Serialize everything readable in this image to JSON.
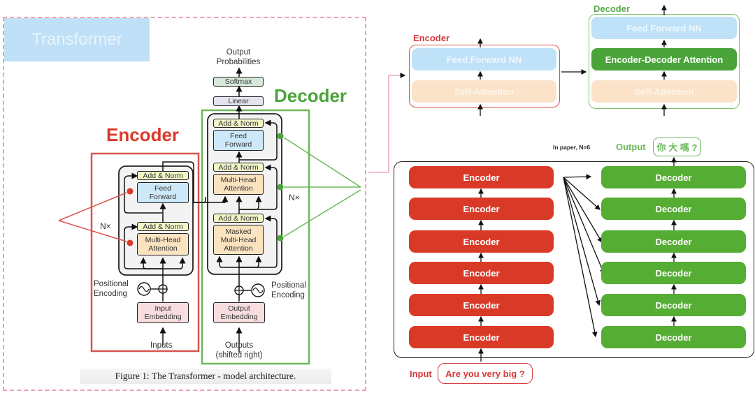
{
  "left_panel": {
    "title": "Transformer",
    "encoder_label": "Encoder",
    "decoder_label": "Decoder",
    "output_probabilities": [
      "Output",
      "Probabilities"
    ],
    "softmax": "Softmax",
    "linear": "Linear",
    "nx": "N×",
    "encoder_stack": {
      "add_norm": "Add & Norm",
      "feed_forward": [
        "Feed",
        "Forward"
      ],
      "multi_head_attention": [
        "Multi-Head",
        "Attention"
      ]
    },
    "decoder_stack": {
      "add_norm": "Add & Norm",
      "feed_forward": [
        "Feed",
        "Forward"
      ],
      "multi_head_attention": [
        "Multi-Head",
        "Attention"
      ],
      "masked_attention": [
        "Masked",
        "Multi-Head",
        "Attention"
      ]
    },
    "positional_encoding": [
      "Positional",
      "Encoding"
    ],
    "input_embedding": [
      "Input",
      "Embedding"
    ],
    "output_embedding": [
      "Output",
      "Embedding"
    ],
    "inputs": "Inputs",
    "outputs": [
      "Outputs",
      "(shifted right)"
    ],
    "caption": "Figure 1: The Transformer - model architecture."
  },
  "right_top": {
    "encoder": {
      "label": "Encoder",
      "layers": [
        "Feed Forward NN",
        "Self-Attention"
      ]
    },
    "decoder": {
      "label": "Decoder",
      "layers": [
        "Feed Forward NN",
        "Encoder-Decoder Attention",
        "Self-Attention"
      ]
    }
  },
  "right_bottom": {
    "note": "In paper, N=6",
    "output_label": "Output",
    "output_text": "你 大 嗎 ?",
    "input_label": "Input",
    "input_text": "Are you very big ?",
    "encoders": [
      "Encoder",
      "Encoder",
      "Encoder",
      "Encoder",
      "Encoder",
      "Encoder"
    ],
    "decoders": [
      "Decoder",
      "Decoder",
      "Decoder",
      "Decoder",
      "Decoder",
      "Decoder"
    ]
  },
  "colors": {
    "encoder_red": "#d93a28",
    "decoder_green": "#55ad34",
    "ff_blue": "#bfe2f8",
    "attention_peach": "#fbe3c9"
  }
}
